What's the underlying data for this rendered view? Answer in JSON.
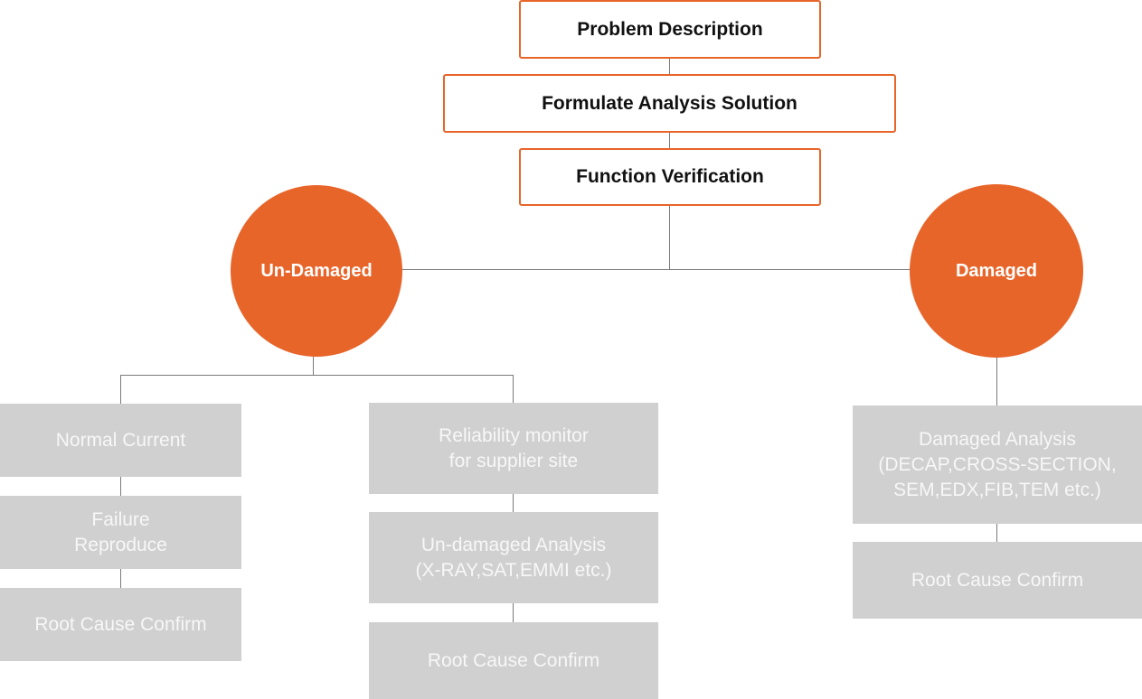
{
  "top_steps": {
    "problem": "Problem Description",
    "formulate": "Formulate Analysis Solution",
    "verification": "Function Verification"
  },
  "branches": {
    "undamaged": "Un-Damaged",
    "damaged": "Damaged"
  },
  "undamaged_left": {
    "normal_current": "Normal Current",
    "failure_line1": "Failure",
    "failure_line2": "Reproduce",
    "root_cause": "Root Cause Confirm"
  },
  "undamaged_right": {
    "reliability_line1": "Reliability monitor",
    "reliability_line2": "for supplier site",
    "analysis_line1": "Un-damaged Analysis",
    "analysis_line2": "(X-RAY,SAT,EMMI etc.)",
    "root_cause": "Root Cause Confirm"
  },
  "damaged_branch": {
    "analysis_line1": "Damaged Analysis",
    "analysis_line2": "(DECAP,CROSS-SECTION,",
    "analysis_line3": "SEM,EDX,FIB,TEM etc.)",
    "root_cause": "Root Cause Confirm"
  },
  "colors": {
    "accent": "#e8652a",
    "gray_box": "#d0d0d0",
    "connector": "#7a7a7a"
  }
}
